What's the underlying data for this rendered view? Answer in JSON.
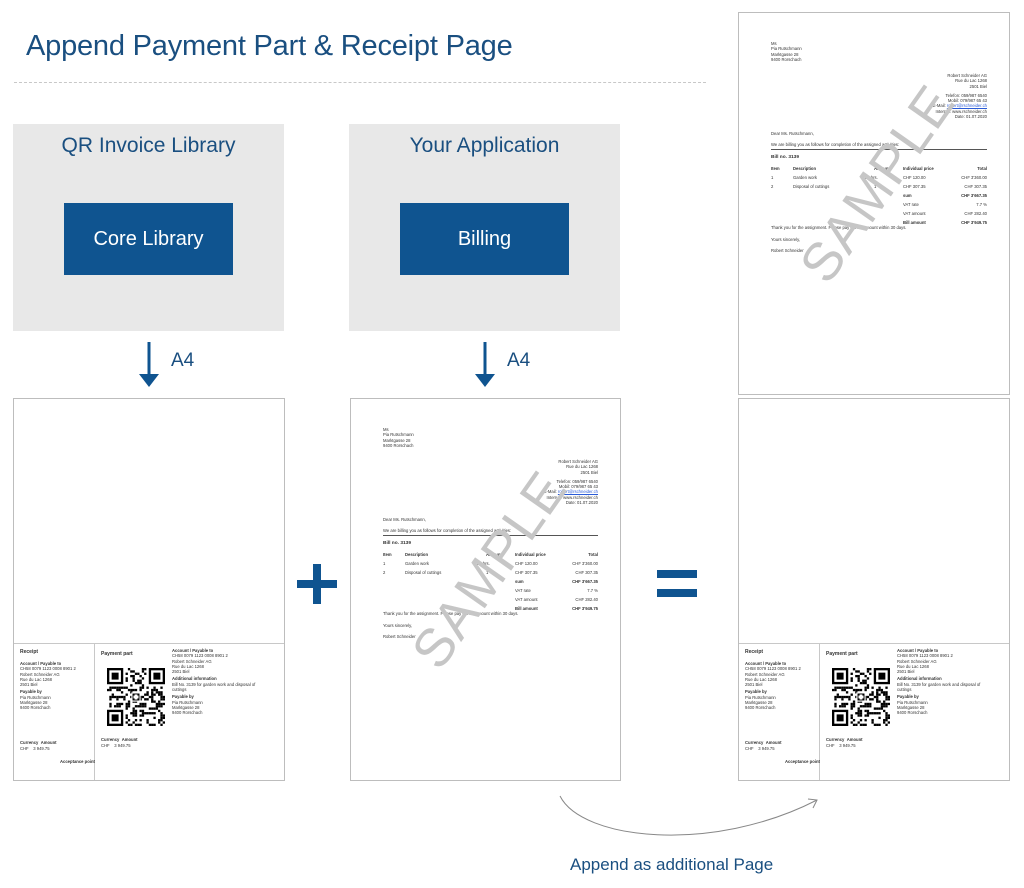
{
  "title": "Append Payment Part & Receipt Page",
  "boxes": {
    "library": {
      "label": "QR Invoice Library",
      "button": "Core Library"
    },
    "application": {
      "label": "Your Application",
      "button": "Billing"
    }
  },
  "arrow_label": "A4",
  "caption": "Append as additional Page",
  "operators": {
    "plus": "+",
    "equals": "="
  },
  "colors": {
    "accent": "#0f5490",
    "title": "#1a4f80",
    "gray_box": "#e8e8e8"
  },
  "watermark": "SAMPLE",
  "letter": {
    "recipient": [
      "Ms",
      "Pia Rutschmann",
      "Marktgasse 28",
      "9400 Rorschach"
    ],
    "sender": [
      "Robert Schneider AG",
      "Rue du Lac 1268",
      "2501 Biel"
    ],
    "contact": [
      "Telefon: 059/987 6540",
      "Mobil: 079/987 65 43"
    ],
    "email_label": "E-Mail:",
    "email": "robert@rschneider.ch",
    "internet": "Internet: www.rschneider.ch",
    "date": "Date: 01.07.2020",
    "salutation": "Dear Ms. Rutschmann,",
    "intro": "We are billing you as follows for completion of the assigned activities:",
    "bill_no": "Bill no. 3139",
    "table_headers": [
      "Item",
      "Description",
      "Amount",
      "Individual price",
      "Total"
    ],
    "rows": [
      {
        "item": "1",
        "description": "Garden work",
        "amount": "28 hrs.",
        "price": "CHF 120.00",
        "total": "CHF 3'360.00"
      },
      {
        "item": "2",
        "description": "Disposal of cuttings",
        "amount": "1",
        "price": "CHF 307.35",
        "total": "CHF 307.35"
      }
    ],
    "summary": [
      {
        "label": "sum",
        "value": "CHF 3'667.35",
        "bold": true
      },
      {
        "label": "VAT rate",
        "value": "7.7 %",
        "bold": false
      },
      {
        "label": "VAT amount",
        "value": "CHF 282.40",
        "bold": false
      },
      {
        "label": "Bill amount",
        "value": "CHF 3'949.75",
        "bold": true
      }
    ],
    "thanks": "Thank you for the assignment. Please pay the bill amount within 30 days.",
    "closing": "Yours sincerely,",
    "signature": "Robert Schneider"
  },
  "receipt": {
    "title": "Receipt",
    "account_label": "Account / Payable to",
    "account": [
      "CH58 0079 1123 0008 8901 2",
      "Robert Schneider AG",
      "Rue du Lac 1268",
      "2501 Biel"
    ],
    "payable_by_label": "Payable by",
    "payable_by": [
      "Pia Rutschmann",
      "Marktgasse 28",
      "9400 Rorschach"
    ],
    "currency_label": "Currency",
    "amount_label": "Amount",
    "currency": "CHF",
    "amount": "3 949.75",
    "acceptance": "Acceptance point"
  },
  "payment": {
    "title": "Payment part",
    "account_label": "Account / Payable to",
    "account": [
      "CH58 0079 1123 0008 8901 2",
      "Robert Schneider AG",
      "Rue du Lac 1268",
      "2501 Biel"
    ],
    "info_label": "Additional information",
    "info": [
      "Bill No. 3139 for garden work and disposal of",
      "cuttings"
    ],
    "payable_by_label": "Payable by",
    "payable_by": [
      "Pia Rutschmann",
      "Marktgasse 28",
      "9400 Rorschach"
    ],
    "currency_label": "Currency",
    "amount_label": "Amount",
    "currency": "CHF",
    "amount": "3 949.75"
  }
}
